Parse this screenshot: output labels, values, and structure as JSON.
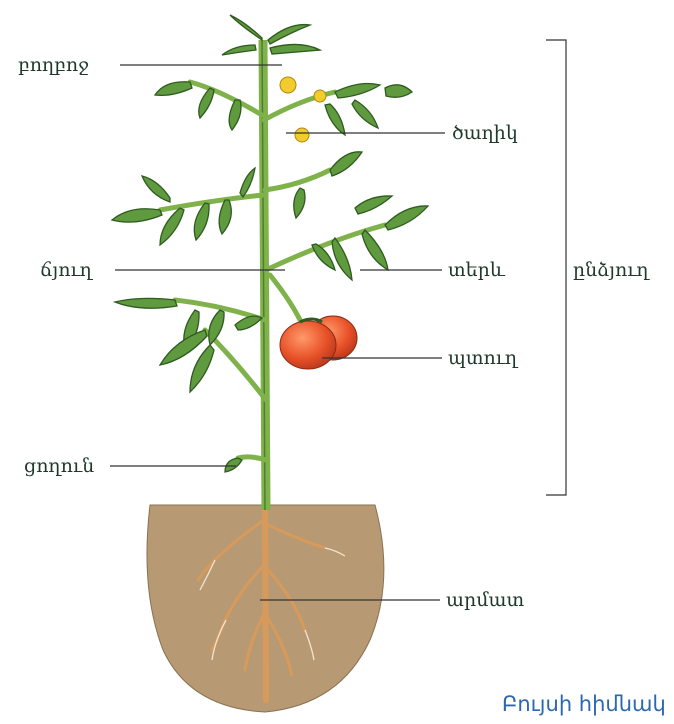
{
  "labels": {
    "bud": "բողբոջ",
    "flower": "ծաղիկ",
    "stem": "ճյուղ",
    "leaf": "տերև",
    "fruit": "պտուղ",
    "shoot": "ընձյուղ",
    "node": "ցողուն",
    "root": "արմատ"
  },
  "caption": "Բույսի հիմնակ",
  "colors": {
    "leaf": "#5f9a3e",
    "leaf_dark": "#2f5a20",
    "stem": "#7fb24a",
    "fruit": "#e9532a",
    "soil": "#b79a74",
    "root": "#d99a5a",
    "caption": "#2c68b0"
  }
}
